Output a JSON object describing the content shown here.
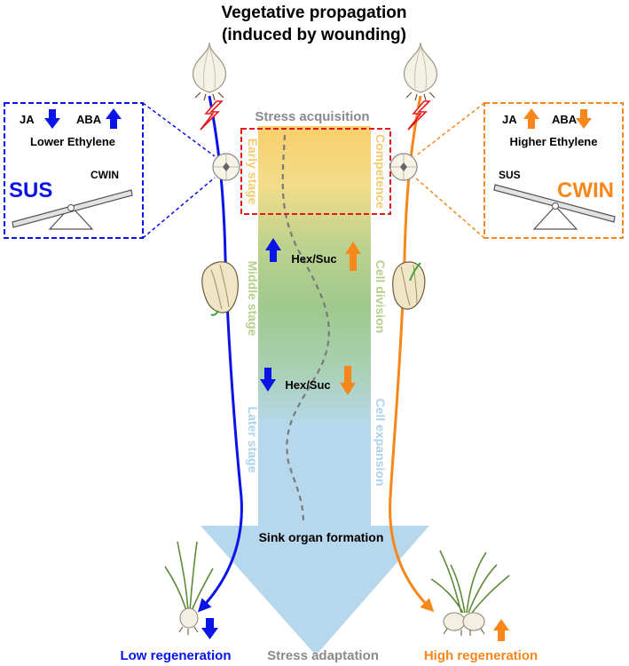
{
  "title_line1": "Vegetative propagation",
  "title_line2": "(induced by wounding)",
  "stress_acquisition": "Stress acquisition",
  "stress_adaptation": "Stress adaptation",
  "sink_organ_formation": "Sink organ formation",
  "stages": {
    "early": "Early stage",
    "middle": "Middle stage",
    "later": "Later stage"
  },
  "processes": {
    "competence": "Competence",
    "cell_division": "Cell division",
    "cell_expansion": "Cell expansion"
  },
  "hex_suc_upper": "Hex/Suc",
  "hex_suc_lower": "Hex/Suc",
  "left_box": {
    "ja": "JA",
    "aba": "ABA",
    "ethylene": "Lower Ethylene",
    "cwin": "CWIN",
    "sus": "SUS"
  },
  "right_box": {
    "ja": "JA",
    "aba": "ABA",
    "ethylene": "Higher Ethylene",
    "sus": "SUS",
    "cwin": "CWIN"
  },
  "low_regeneration": "Low regeneration",
  "high_regeneration": "High regeneration",
  "colors": {
    "blue": "#0a14e6",
    "orange": "#f7861b",
    "grey": "#8a8a8a",
    "red": "#e21a1a"
  }
}
